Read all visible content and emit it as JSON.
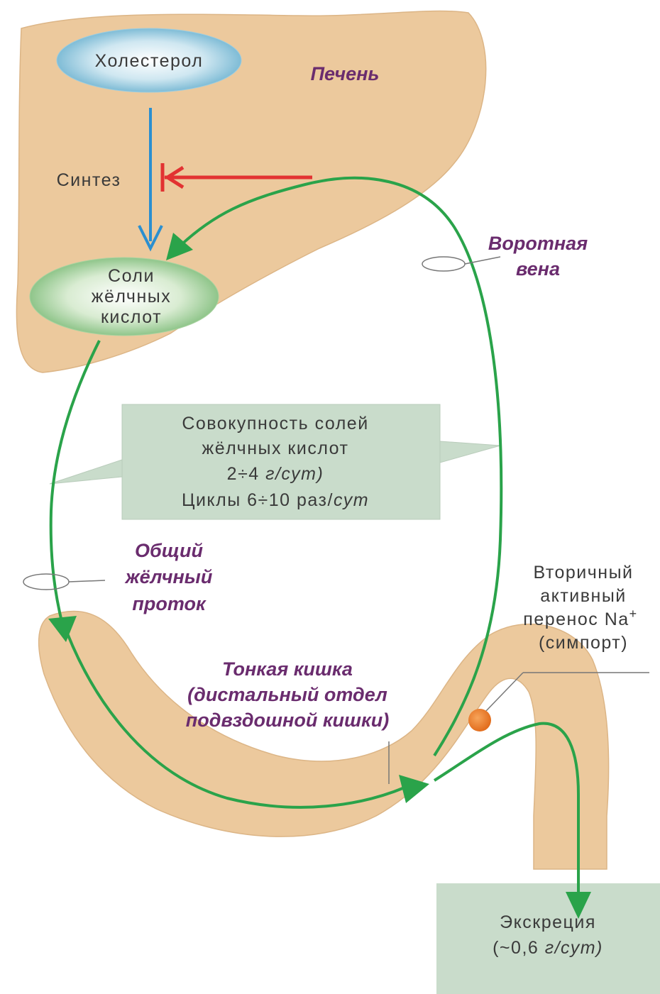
{
  "colors": {
    "liver": "#ecc99d",
    "liver_stroke": "#d9b383",
    "intestine": "#ecc99d",
    "arrow_green": "#2aa34a",
    "arrow_blue": "#2b8fd0",
    "arrow_red": "#e23232",
    "callout_box": "#c9dccb",
    "organ_label": "#6a2c6e",
    "transporter": "#e8782a"
  },
  "liver": {
    "label": "Печень",
    "cholesterol": "Холестерол",
    "synthesis": "Синтез",
    "bile_salts": [
      "Соли",
      "жёлчных",
      "кислот"
    ]
  },
  "portal_vein": {
    "lines": [
      "Воротная",
      "вена"
    ]
  },
  "pool_box": {
    "line1": "Совокупность солей",
    "line2": "жёлчных кислот",
    "line3_prefix": "2÷4 ",
    "line3_unit": "г/сут)",
    "line4_prefix": "Циклы 6÷10 раз/",
    "line4_unit": "сут"
  },
  "common_bile_duct": {
    "lines": [
      "Общий",
      "жёлчный",
      "проток"
    ]
  },
  "transport": {
    "lines": [
      "Вторичный",
      "активный",
      "перенос Na",
      "(симпорт)"
    ],
    "superscript": "+"
  },
  "small_intestine": {
    "lines": [
      "Тонкая кишка",
      "(дистальный отдел",
      "подвздошной кишки)"
    ]
  },
  "excretion": {
    "line1": "Экскреция",
    "line2_prefix": "(~0,6 ",
    "line2_unit": "г/сут)"
  }
}
